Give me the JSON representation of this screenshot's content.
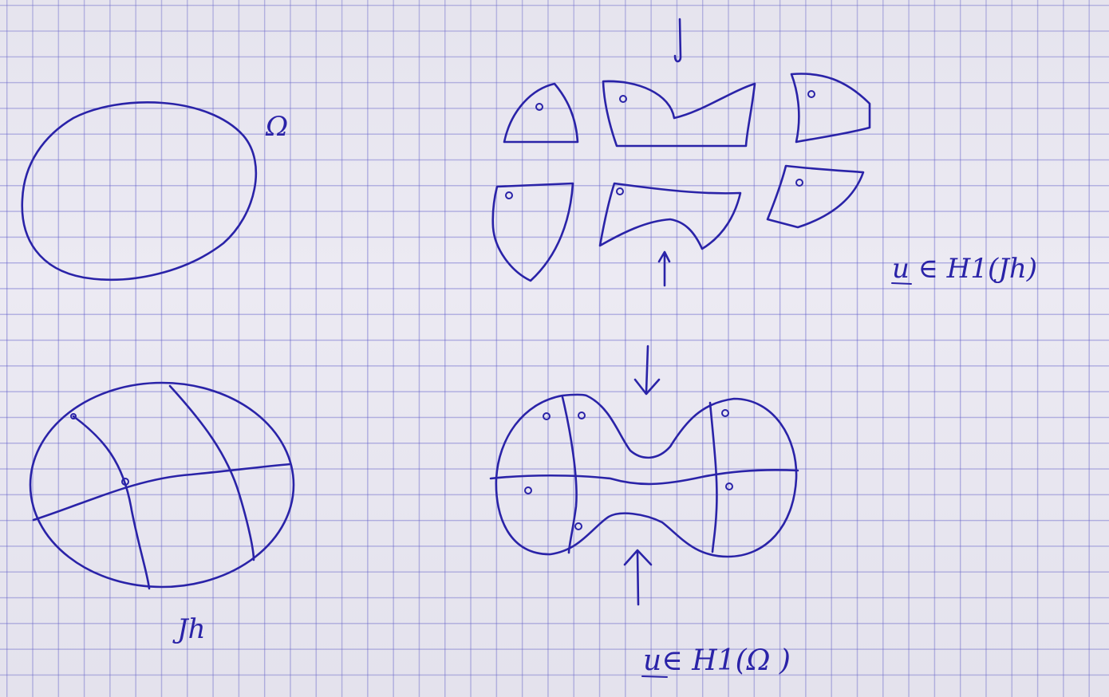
{
  "labels": {
    "omega": "Ω",
    "mesh": "Jh",
    "broken_space": "u ∈ H1(Jh)",
    "conforming_space": "u∈ H1(Ω )"
  },
  "colors": {
    "ink": "#2a23a8",
    "grid": "#5f5cc8",
    "paper": "#eceaf3"
  }
}
